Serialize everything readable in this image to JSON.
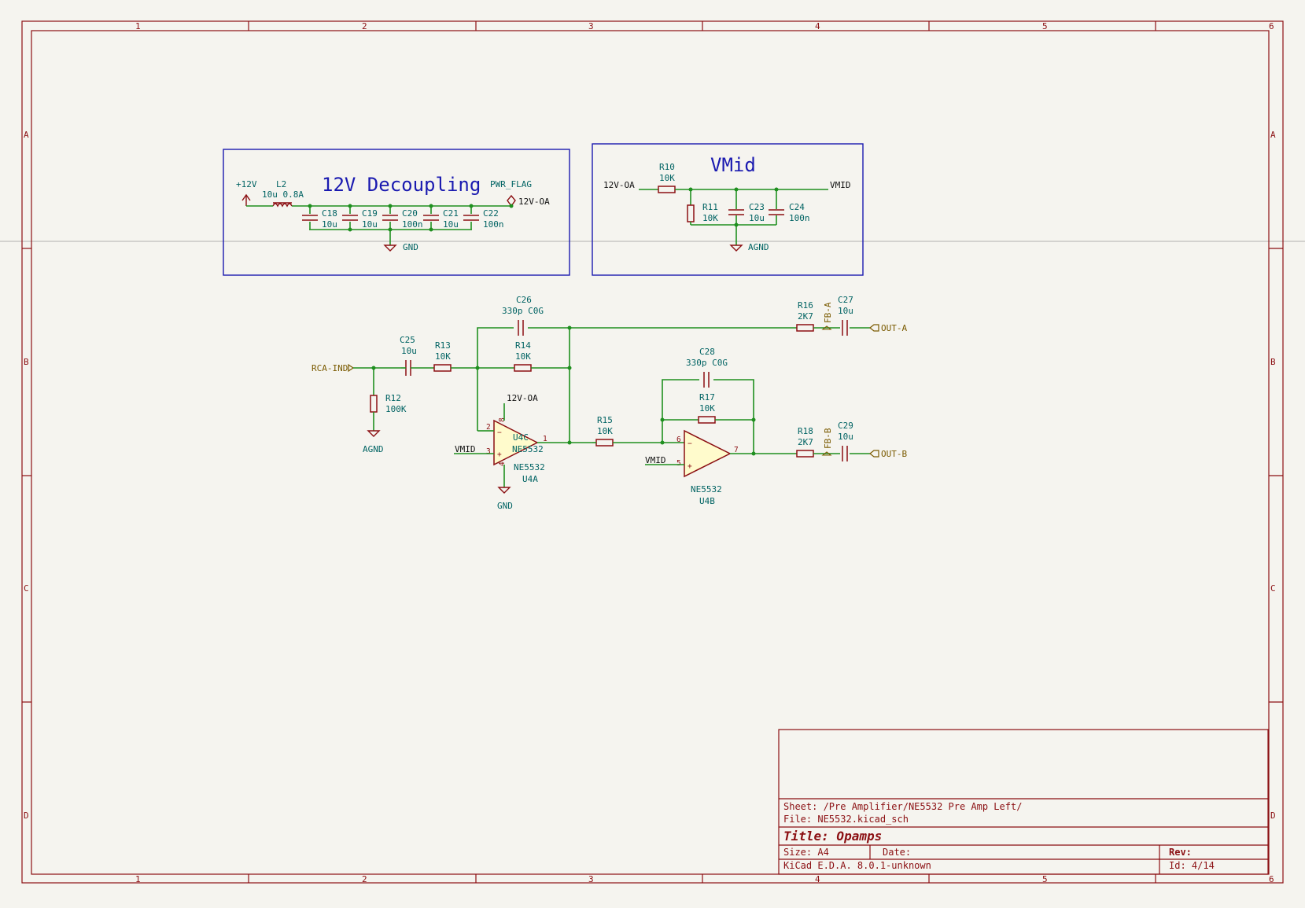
{
  "frame": {
    "columns": [
      "1",
      "2",
      "3",
      "4",
      "5",
      "6"
    ],
    "rows": [
      "A",
      "B",
      "C",
      "D"
    ]
  },
  "decoupling": {
    "title": "12V Decoupling",
    "pwr_in": "+12V",
    "inductor_ref": "L2",
    "inductor_val": "10u 0.8A",
    "pwr_flag": "PWR_FLAG",
    "rail_out": "12V-OA",
    "gnd": "GND",
    "caps": [
      {
        "ref": "C18",
        "val": "10u"
      },
      {
        "ref": "C19",
        "val": "10u"
      },
      {
        "ref": "C20",
        "val": "100n"
      },
      {
        "ref": "C21",
        "val": "10u"
      },
      {
        "ref": "C22",
        "val": "100n"
      }
    ]
  },
  "vmid": {
    "title": "VMid",
    "rail_in": "12V-OA",
    "out": "VMID",
    "gnd": "AGND",
    "r10_ref": "R10",
    "r10_val": "10K",
    "r11_ref": "R11",
    "r11_val": "10K",
    "c23_ref": "C23",
    "c23_val": "10u",
    "c24_ref": "C24",
    "c24_val": "100n"
  },
  "main": {
    "in_label": "RCA-IND",
    "c25_ref": "C25",
    "c25_val": "10u",
    "r13_ref": "R13",
    "r13_val": "10K",
    "r12_ref": "R12",
    "r12_val": "100K",
    "agnd": "AGND",
    "c26_ref": "C26",
    "c26_val": "330p C0G",
    "r14_ref": "R14",
    "r14_val": "10K",
    "u4c_ref": "U4C",
    "u4c_part": "NE5532",
    "u4a_part": "NE5532",
    "u4a_ref": "U4A",
    "rail": "12V-OA",
    "gnd": "GND",
    "vmid1": "VMID",
    "r15_ref": "R15",
    "r15_val": "10K",
    "c28_ref": "C28",
    "c28_val": "330p C0G",
    "r17_ref": "R17",
    "r17_val": "10K",
    "vmid2": "VMID",
    "u4b_part": "NE5532",
    "u4b_ref": "U4B",
    "r16_ref": "R16",
    "r16_val": "2K7",
    "fb_a": "FB-A",
    "c27_ref": "C27",
    "c27_val": "10u",
    "out_a": "OUT-A",
    "r18_ref": "R18",
    "r18_val": "2K7",
    "fb_b": "FB-B",
    "c29_ref": "C29",
    "c29_val": "10u",
    "out_b": "OUT-B",
    "pins": {
      "p2": "2",
      "p3": "3",
      "p1": "1",
      "p8": "8",
      "p4": "4",
      "p6": "6",
      "p5": "5",
      "p7": "7"
    }
  },
  "title_block": {
    "sheet": "Sheet: /Pre Amplifier/NE5532 Pre Amp Left/",
    "file": "File: NE5532.kicad_sch",
    "title": "Title: Opamps",
    "size": "Size: A4",
    "date": "Date:",
    "rev": "Rev:",
    "generator": "KiCad E.D.A.  8.0.1-unknown",
    "id": "Id: 4/14"
  },
  "colors": {
    "wire": "#1f8f1f",
    "frame": "#8b0f12",
    "note": "#1a1ab0",
    "background": "#f5f4ef"
  }
}
